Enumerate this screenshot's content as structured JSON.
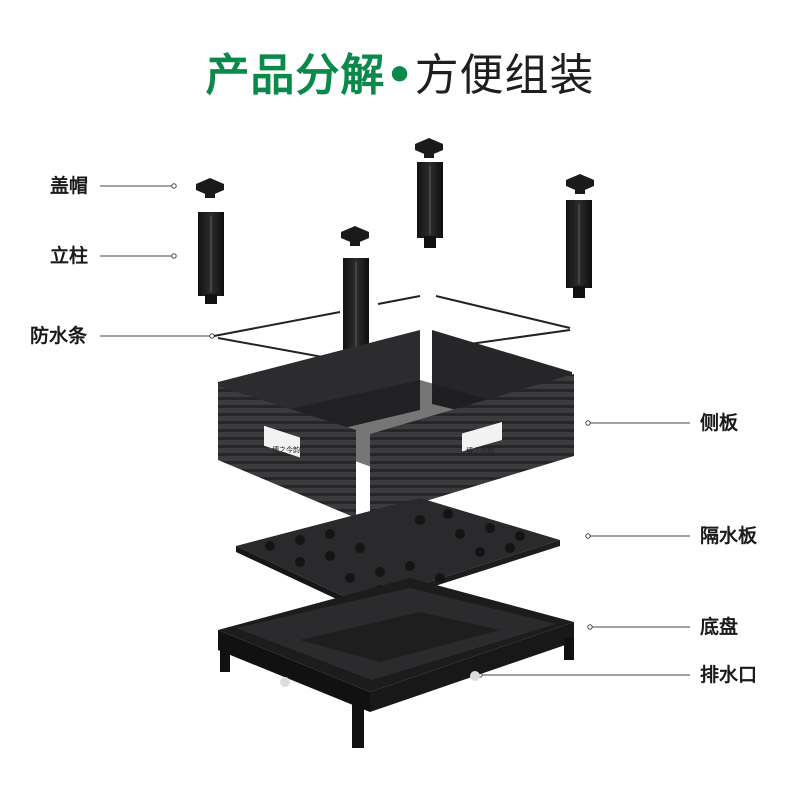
{
  "title": {
    "part1": "产品分解",
    "separator": "•",
    "part2": "方便组装"
  },
  "colors": {
    "title_green": "#0a8a4a",
    "title_dark": "#1e1e1e",
    "product_dark": "#2f2f30",
    "leader_line": "#444444"
  },
  "parts": {
    "cap": "盖帽",
    "post": "立柱",
    "waterproof_strip": "防水条",
    "side_panel": "侧板",
    "divider_board": "隔水板",
    "base_tray": "底盘",
    "drain_outlet": "排水口"
  },
  "brand_label": "博之今韵"
}
